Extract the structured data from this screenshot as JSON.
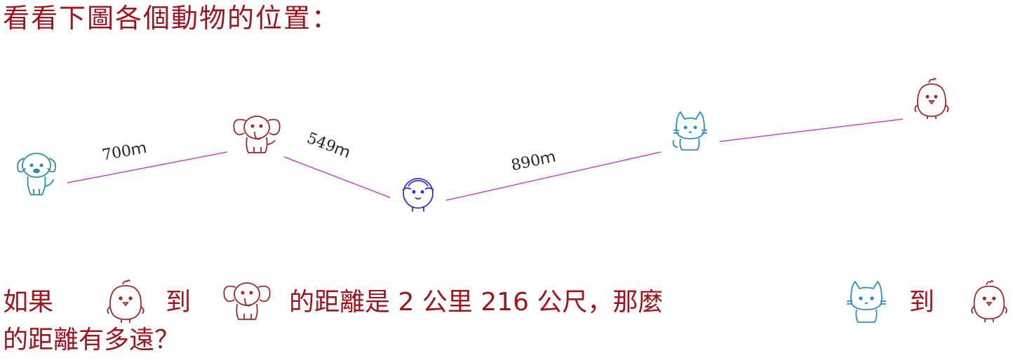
{
  "title": "看看下圖各個動物的位置：",
  "diagram": {
    "animals": [
      "dog",
      "elephant",
      "sheep",
      "cat",
      "chick"
    ],
    "distances": [
      {
        "from": "dog",
        "to": "elephant",
        "label": "700ｍ"
      },
      {
        "from": "elephant",
        "to": "sheep",
        "label": "549ｍ"
      },
      {
        "from": "sheep",
        "to": "cat",
        "label": "890ｍ"
      },
      {
        "from": "cat",
        "to": "chick",
        "label": ""
      }
    ],
    "line_color": "#cc44cc",
    "colors": {
      "dog": "#2e8fa0",
      "elephant": "#9b2a2a",
      "sheep": "#3b2fd0",
      "cat": "#2c8ad8",
      "chick": "#9b2a2a"
    }
  },
  "question": {
    "part1": "如果",
    "part2": "到",
    "part3": "的距離是 2 公里 216 公尺，那麼",
    "part4": "到",
    "line2": "的距離有多遠？"
  },
  "text_color": "#a0141e"
}
